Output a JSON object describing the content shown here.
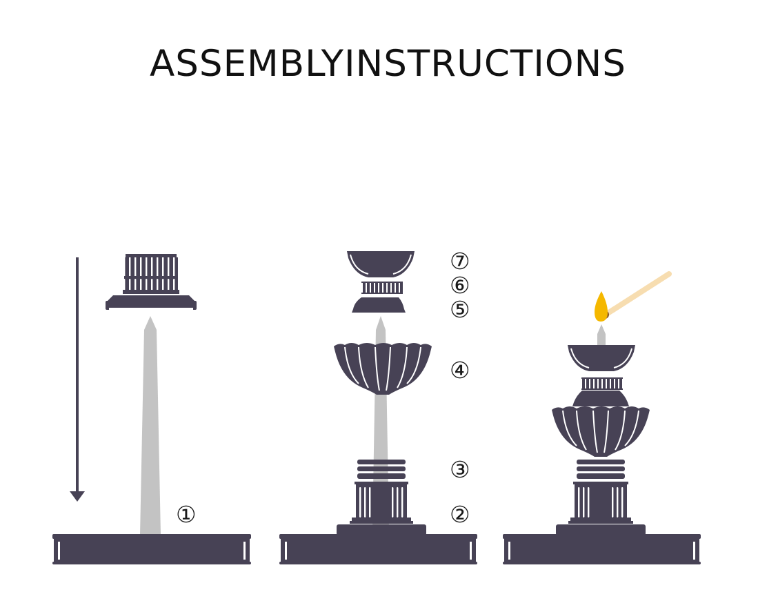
{
  "title": "ASSEMBLYINSTRUCTIONS",
  "colors": {
    "part": "#474255",
    "candle": "#c3c3c3",
    "flame": "#f5b800",
    "match_stick": "#f7ddb0",
    "match_head": "#8a5a2b",
    "background": "#ffffff"
  },
  "steps": [
    {
      "label": "①"
    },
    {
      "label": "②"
    },
    {
      "label": "③"
    },
    {
      "label": "④"
    },
    {
      "label": "⑤"
    },
    {
      "label": "⑥"
    },
    {
      "label": "⑦"
    }
  ],
  "icons": {
    "arrow": "down-arrow-icon",
    "match": "match-icon",
    "flame": "flame-icon"
  }
}
